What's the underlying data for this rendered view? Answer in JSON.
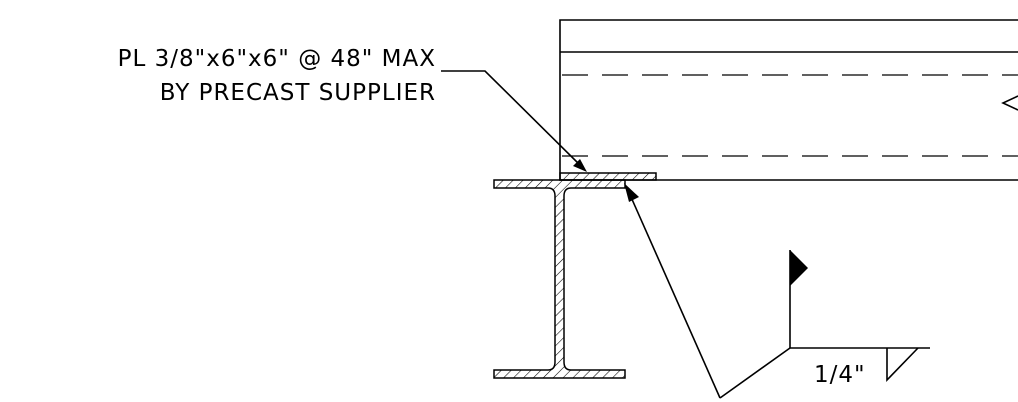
{
  "callout": {
    "plate_spec": "PL 3/8\"x6\"x6\" @ 48\" MAX",
    "supplier_note": "BY PRECAST SUPPLIER"
  },
  "weld": {
    "size": "1/4\""
  }
}
